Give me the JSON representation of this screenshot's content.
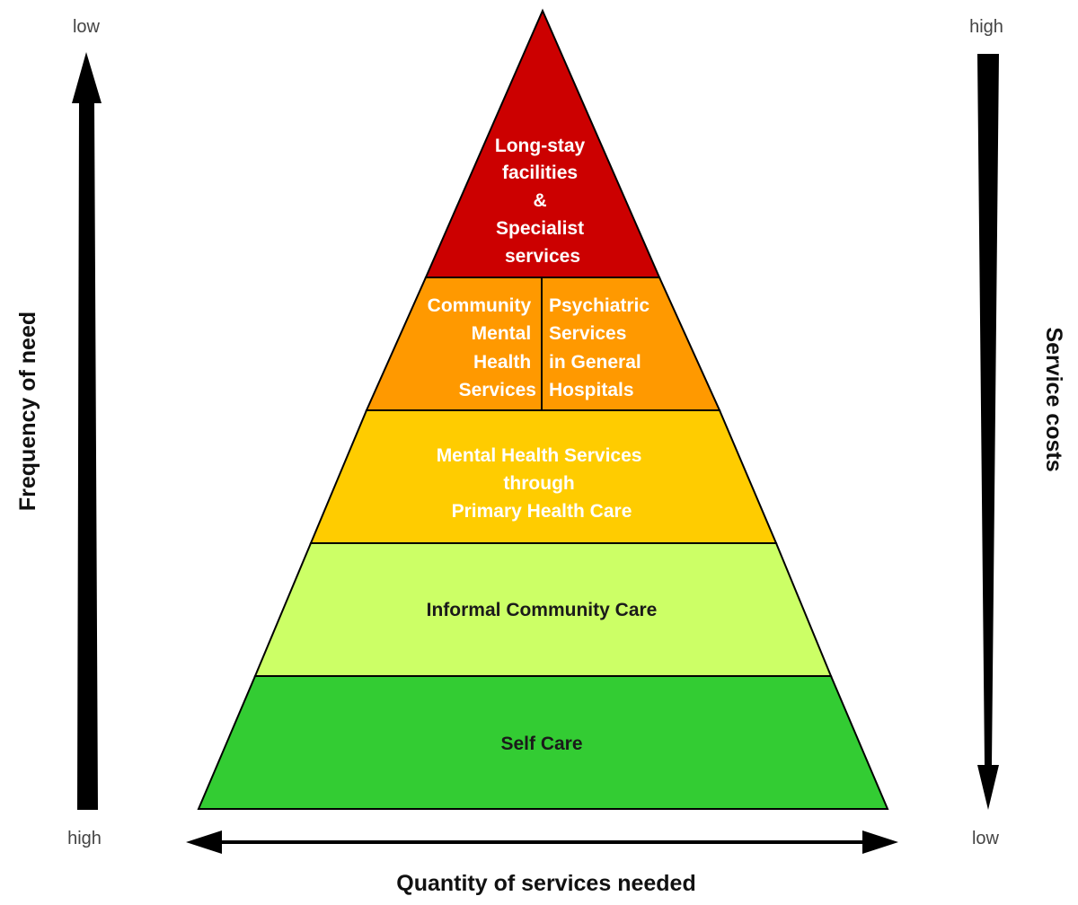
{
  "pyramid": {
    "tiers": [
      {
        "lines": [
          "Long-stay",
          "facilities",
          "&",
          "Specialist",
          "services"
        ],
        "color": "#cc0000"
      },
      {
        "left_lines": [
          "Community",
          "Mental",
          "Health",
          "Services"
        ],
        "right_lines": [
          "Psychiatric",
          "Services",
          "in General",
          "Hospitals"
        ],
        "color": "#ff9900"
      },
      {
        "lines": [
          "Mental Health Services",
          "through",
          "Primary Health Care"
        ],
        "color": "#ffcc00"
      },
      {
        "lines": [
          "Informal Community Care"
        ],
        "color": "#ccff66"
      },
      {
        "lines": [
          "Self Care"
        ],
        "color": "#33cc33"
      }
    ]
  },
  "frequency_axis": {
    "title": "Frequency of need",
    "top_label": "low",
    "bottom_label": "high"
  },
  "cost_axis": {
    "title": "Service costs",
    "top_label": "high",
    "bottom_label": "low"
  },
  "quantity_axis": {
    "title": "Quantity of services needed"
  }
}
